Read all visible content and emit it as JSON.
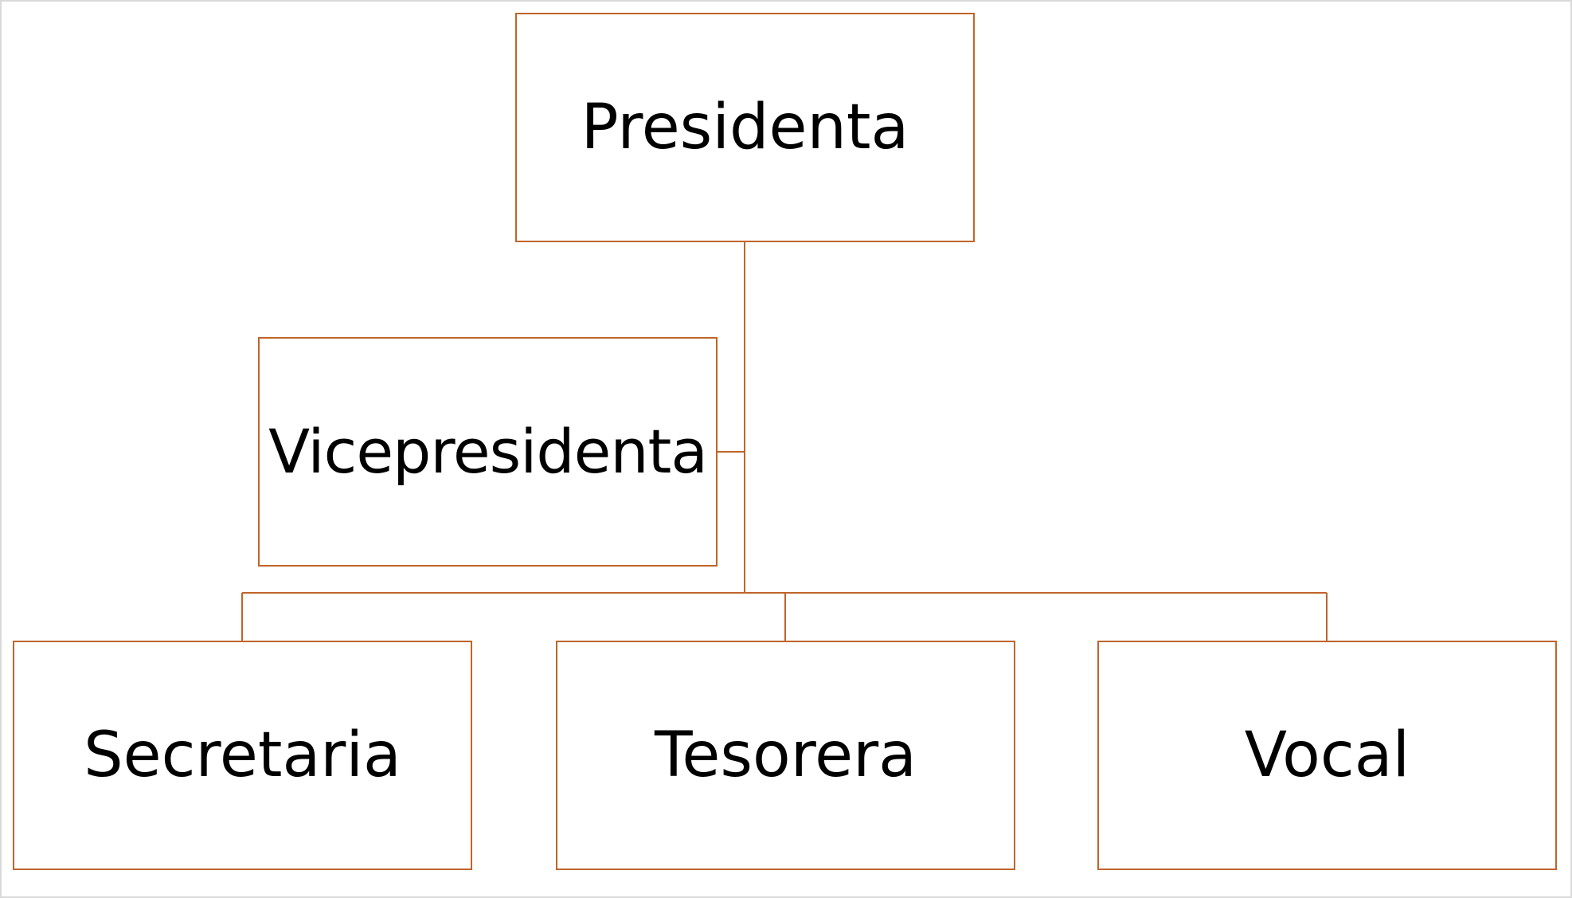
{
  "diagram": {
    "nodes": [
      {
        "id": "presidenta",
        "label": "Presidenta"
      },
      {
        "id": "vicepresidenta",
        "label": "Vicepresidenta"
      },
      {
        "id": "secretaria",
        "label": "Secretaria"
      },
      {
        "id": "tesorera",
        "label": "Tesorera"
      },
      {
        "id": "vocal",
        "label": "Vocal"
      }
    ],
    "edges": [
      {
        "from": "presidenta",
        "to": "vicepresidenta",
        "type": "assistant"
      },
      {
        "from": "presidenta",
        "to": "secretaria"
      },
      {
        "from": "presidenta",
        "to": "tesorera"
      },
      {
        "from": "presidenta",
        "to": "vocal"
      }
    ],
    "colors": {
      "border": "#c0652a",
      "text": "#000000",
      "background": "#ffffff",
      "frame": "#d9d9d9"
    }
  }
}
